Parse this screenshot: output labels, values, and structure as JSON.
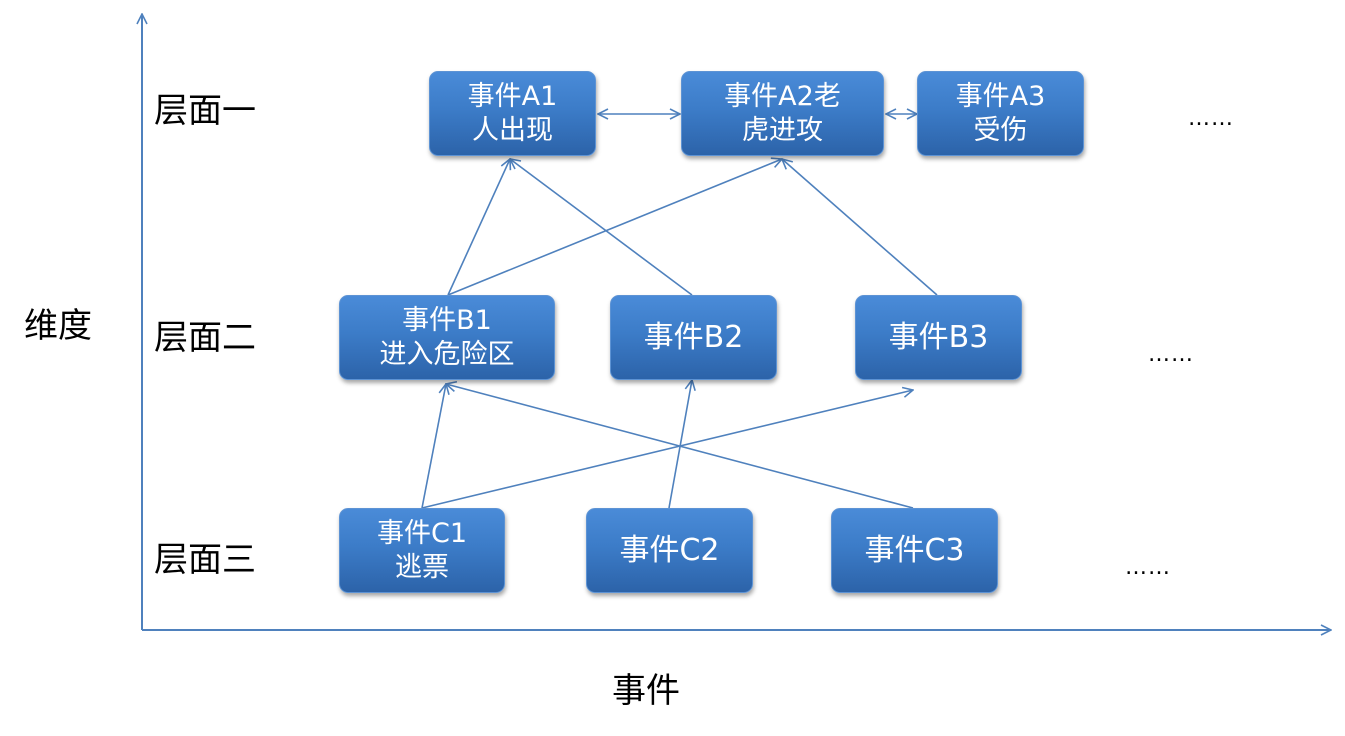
{
  "axes": {
    "x_label": "事件",
    "y_label": "维度"
  },
  "layers": [
    {
      "label": "层面一"
    },
    {
      "label": "层面二"
    },
    {
      "label": "层面三"
    }
  ],
  "nodes": {
    "a1": {
      "line1": "事件A1",
      "line2": "人出现"
    },
    "a2": {
      "line1": "事件A2老",
      "line2": "虎进攻"
    },
    "a3": {
      "line1": "事件A3",
      "line2": "受伤"
    },
    "b1": {
      "line1": "事件B1",
      "line2": "进入危险区"
    },
    "b2": {
      "line1": "事件B2"
    },
    "b3": {
      "line1": "事件B3"
    },
    "c1": {
      "line1": "事件C1",
      "line2": "逃票"
    },
    "c2": {
      "line1": "事件C2"
    },
    "c3": {
      "line1": "事件C3"
    }
  },
  "ellipses": {
    "row1": "……",
    "row2": "……",
    "row3": "……"
  },
  "colors": {
    "node_fill": "#3c7cc8",
    "node_text": "#ffffff",
    "connector": "#4f81bd",
    "axis": "#4f81bd"
  }
}
